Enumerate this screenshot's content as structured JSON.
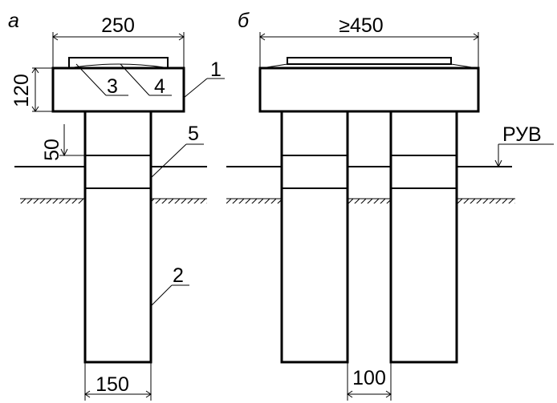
{
  "panel_a": {
    "label": "а",
    "dim_top": "250",
    "dim_side": "120",
    "dim_gap": "50",
    "dim_bottom": "150",
    "callouts": [
      "1",
      "2",
      "3",
      "4",
      "5"
    ]
  },
  "panel_b": {
    "label": "б",
    "dim_top": "≥450",
    "dim_bottom": "100",
    "level_label": "РУВ"
  }
}
